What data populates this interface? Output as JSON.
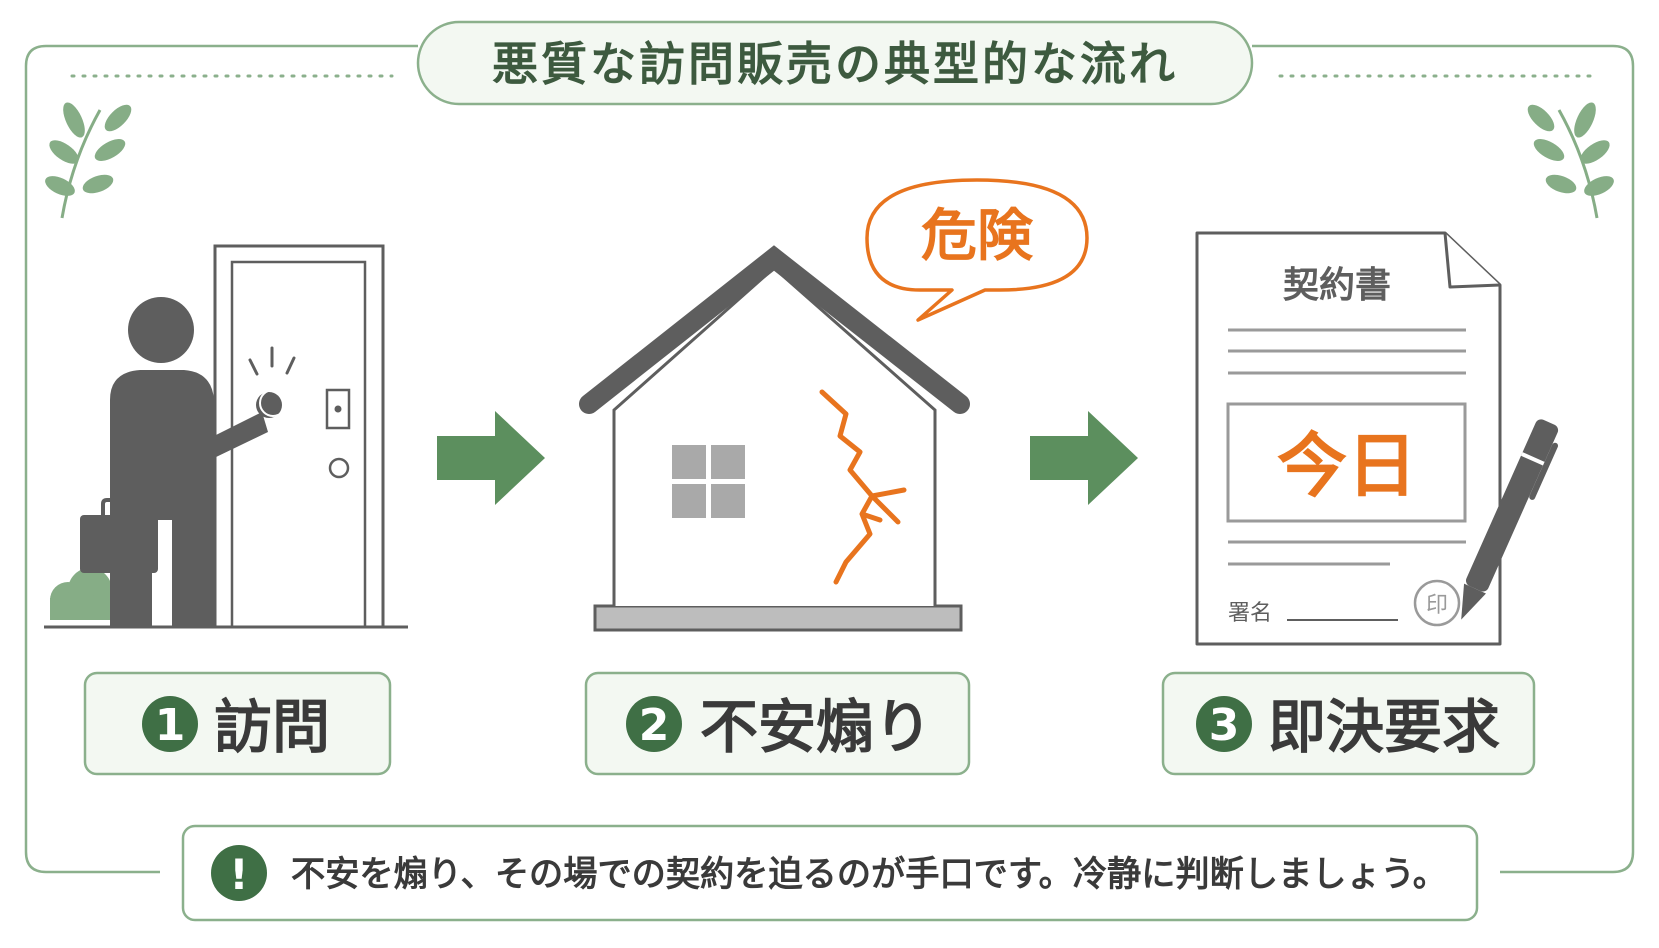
{
  "title": "悪質な訪問販売の典型的な流れ",
  "steps": [
    {
      "number": "1",
      "label": "訪問"
    },
    {
      "number": "2",
      "label": "不安煽り"
    },
    {
      "number": "3",
      "label": "即決要求"
    }
  ],
  "danger_bubble": "危険",
  "contract": {
    "heading": "契約書",
    "highlight": "今日",
    "signature_label": "署名",
    "seal": "印"
  },
  "warning": {
    "icon_text": "!",
    "text": "不安を煽り、その場での契約を迫るのが手口です。冷静に判断しましょう。"
  },
  "colors": {
    "accent_green": "#5c8f5e",
    "dark_green": "#3f6f45",
    "border_green": "#8bb08c",
    "light_green_fill": "#f3f8f2",
    "warning_orange": "#e8741e",
    "icon_gray": "#5e5e5e",
    "line_gray": "#777777"
  }
}
